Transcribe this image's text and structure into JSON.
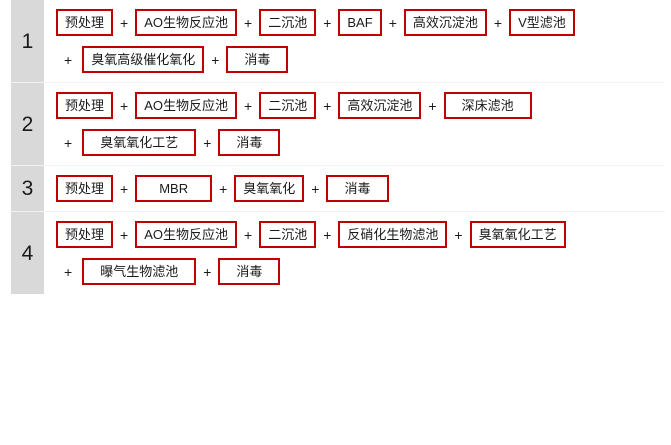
{
  "separator": "+",
  "colors": {
    "box_border": "#c00000",
    "index_cell_bg": "#d9d9d9",
    "text": "#1a1a1a",
    "divider": "#f2f2f2",
    "page_bg": "#ffffff"
  },
  "rows": [
    {
      "index": "1",
      "lines": [
        {
          "lead_plus": false,
          "stages": [
            {
              "label": "预处理",
              "width": "normal"
            },
            {
              "label": "AO生物反应池",
              "width": "normal"
            },
            {
              "label": "二沉池",
              "width": "normal"
            },
            {
              "label": "BAF",
              "width": "normal"
            },
            {
              "label": "高效沉淀池",
              "width": "normal"
            },
            {
              "label": "V型滤池",
              "width": "normal"
            }
          ]
        },
        {
          "lead_plus": true,
          "stages": [
            {
              "label": "臭氧高级催化氧化",
              "width": "normal"
            },
            {
              "label": "消毒",
              "width": "wide"
            }
          ]
        }
      ]
    },
    {
      "index": "2",
      "lines": [
        {
          "lead_plus": false,
          "stages": [
            {
              "label": "预处理",
              "width": "normal"
            },
            {
              "label": "AO生物反应池",
              "width": "normal"
            },
            {
              "label": "二沉池",
              "width": "normal"
            },
            {
              "label": "高效沉淀池",
              "width": "normal"
            },
            {
              "label": "深床滤池",
              "width": "wide"
            }
          ]
        },
        {
          "lead_plus": true,
          "stages": [
            {
              "label": "臭氧氧化工艺",
              "width": "wide"
            },
            {
              "label": "消毒",
              "width": "wide"
            }
          ]
        }
      ]
    },
    {
      "index": "3",
      "lines": [
        {
          "lead_plus": false,
          "stages": [
            {
              "label": "预处理",
              "width": "normal"
            },
            {
              "label": "MBR",
              "width": "xwide"
            },
            {
              "label": "臭氧氧化",
              "width": "normal"
            },
            {
              "label": "消毒",
              "width": "wide"
            }
          ]
        }
      ]
    },
    {
      "index": "4",
      "lines": [
        {
          "lead_plus": false,
          "stages": [
            {
              "label": "预处理",
              "width": "normal"
            },
            {
              "label": "AO生物反应池",
              "width": "normal"
            },
            {
              "label": "二沉池",
              "width": "normal"
            },
            {
              "label": "反硝化生物滤池",
              "width": "normal"
            },
            {
              "label": "臭氧氧化工艺",
              "width": "normal"
            }
          ]
        },
        {
          "lead_plus": true,
          "stages": [
            {
              "label": "曝气生物滤池",
              "width": "wide"
            },
            {
              "label": "消毒",
              "width": "wide"
            }
          ]
        }
      ]
    }
  ]
}
